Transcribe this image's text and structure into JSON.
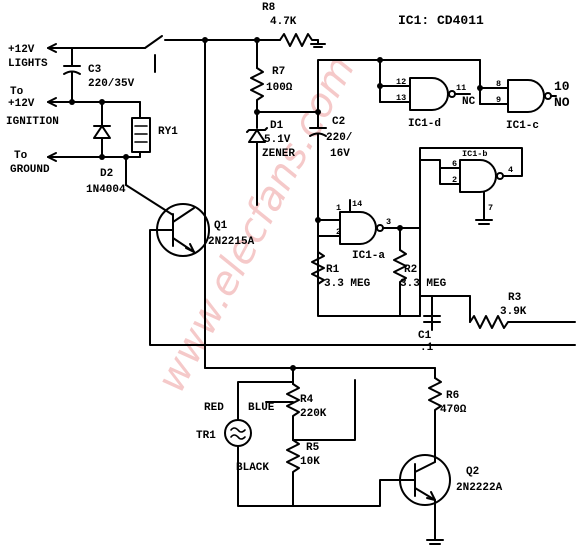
{
  "ic_header": "IC1: CD4011",
  "terminals": {
    "lights_1": "+12V",
    "lights_2": "LIGHTS",
    "ignition_1": "To",
    "ignition_2": "+12V",
    "ignition_3": "IGNITION",
    "ground_1": "To",
    "ground_2": "GROUND"
  },
  "components": {
    "r8_name": "R8",
    "r8_value": "4.7K",
    "c3_name": "C3",
    "c3_value": "220/35V",
    "r7_name": "R7",
    "r7_value": "100Ω",
    "d1_name": "D1",
    "d1_value_1": "5.1V",
    "d1_value_2": "ZENER",
    "c2_name": "C2",
    "c2_value_1": "220/",
    "c2_value_2": "16V",
    "ry1_name": "RY1",
    "d2_name": "D2",
    "d2_value": "1N4004",
    "q1_name": "Q1",
    "q1_value": "2N2215A",
    "r1_name": "R1",
    "r1_value": "3.3 MEG",
    "r2_name": "R2",
    "r2_value": "3.3 MEG",
    "r3_name": "R3",
    "r3_value": "3.9K",
    "c1_name": "C1",
    "c1_value": ".1",
    "r4_name": "R4",
    "r4_value": "220K",
    "r5_name": "R5",
    "r5_value": "10K",
    "r6_name": "R6",
    "r6_value": "470Ω",
    "q2_name": "Q2",
    "q2_value": "2N2222A",
    "tr1_name": "TR1",
    "wire_red": "RED",
    "wire_blue": "BLUE",
    "wire_black": "BLACK"
  },
  "gates": {
    "ic1d_label": "IC1-d",
    "ic1d_pin_a": "12",
    "ic1d_pin_b": "13",
    "ic1d_pin_out": "11",
    "ic1c_label": "IC1-c",
    "ic1c_pin_a": "8",
    "ic1c_pin_b": "9",
    "ic1c_pin_out": "10",
    "ic1b_label": "IC1-b",
    "ic1b_pin_a": "6",
    "ic1b_pin_b": "2",
    "ic1b_pin_out": "4",
    "ic1b_pin_gnd": "7",
    "ic1a_label": "IC1-a",
    "ic1a_pin_a": "1",
    "ic1a_pin_b": "2",
    "ic1a_pin_out": "3",
    "ic1a_pin_vdd": "14",
    "nc_label": "NC",
    "out_label_1": "10",
    "out_label_2": "NO"
  },
  "watermark": "www.elecfans.com"
}
